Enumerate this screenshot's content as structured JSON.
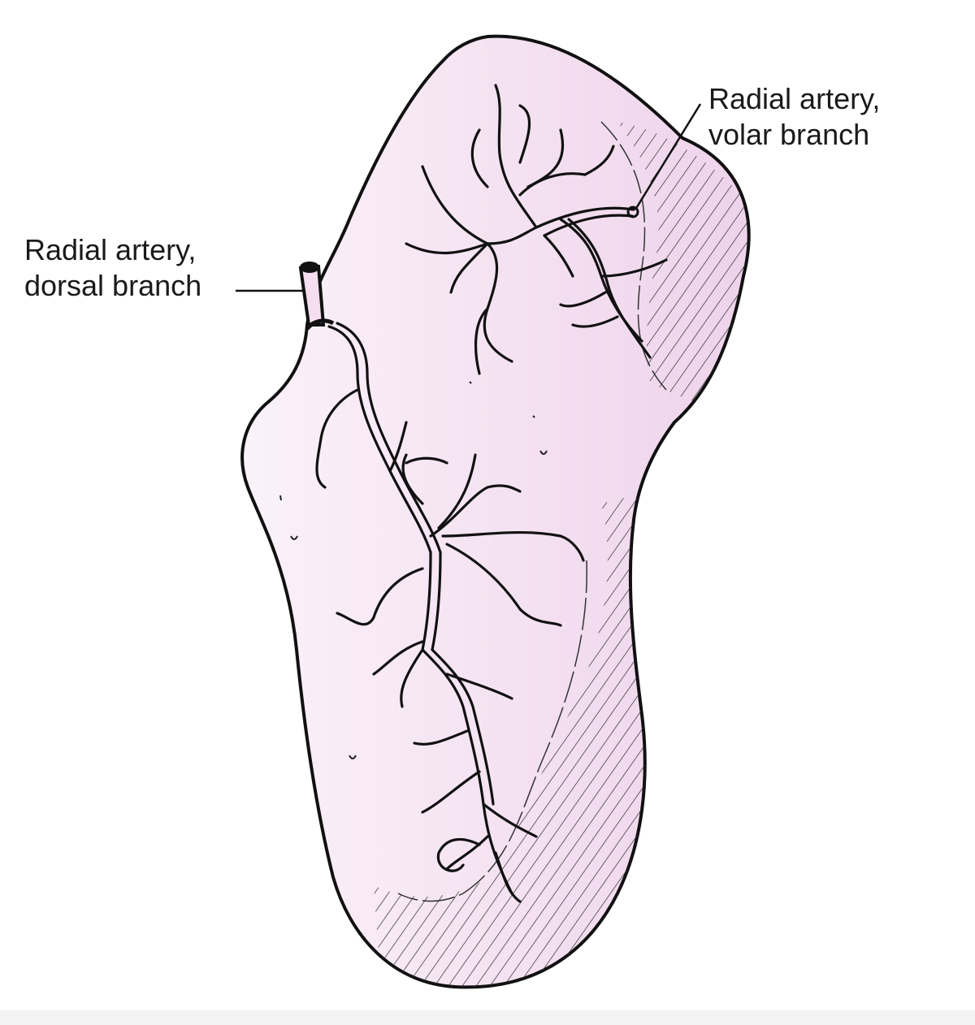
{
  "labels": {
    "volar": {
      "line1": "Radial artery,",
      "line2": "volar branch"
    },
    "dorsal": {
      "line1": "Radial artery,",
      "line2": "dorsal branch"
    }
  },
  "colors": {
    "bone_fill": "#f4def0",
    "outline": "#111111",
    "hatch": "#222222",
    "background": "#ffffff"
  }
}
